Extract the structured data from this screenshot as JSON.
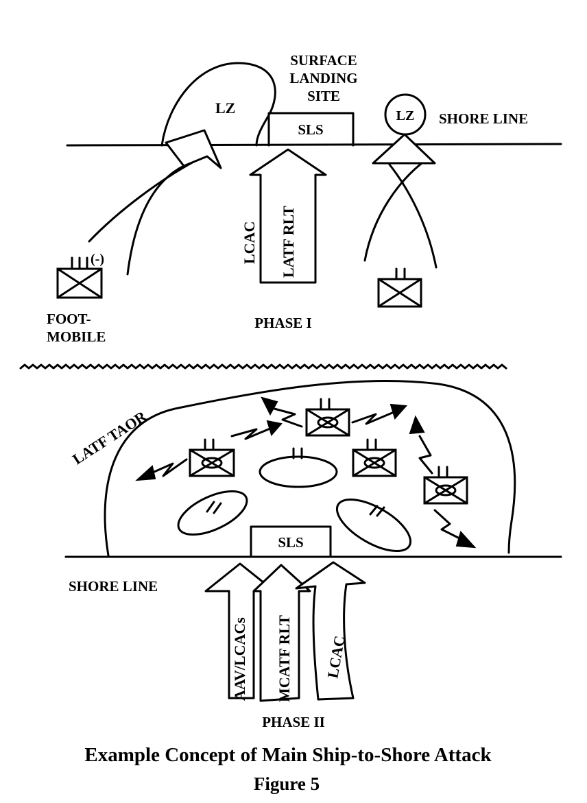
{
  "phase1": {
    "labels": {
      "lz_large": "LZ",
      "surface_landing_site": [
        "SURFACE",
        "LANDING",
        "SITE"
      ],
      "sls": "SLS",
      "lz_small": "LZ",
      "shore_line": "SHORE LINE",
      "lcac": "LCAC",
      "latf_rlt": "LATF RLT",
      "foot_mobile": [
        "FOOT-",
        "MOBILE"
      ],
      "reduced_marker": "(-)",
      "phase": "PHASE I"
    }
  },
  "phase2": {
    "labels": {
      "latf_taor": "LATF TAOR",
      "sls": "SLS",
      "shore_line": "SHORE LINE",
      "aav_lcacs": "AAV/LCACs",
      "mcatf_rlt": "MCATF RLT",
      "lcac": "LCAC",
      "phase": "PHASE II"
    }
  },
  "caption": {
    "title": "Example Concept of Main Ship-to-Shore Attack",
    "figure": "Figure 5"
  }
}
